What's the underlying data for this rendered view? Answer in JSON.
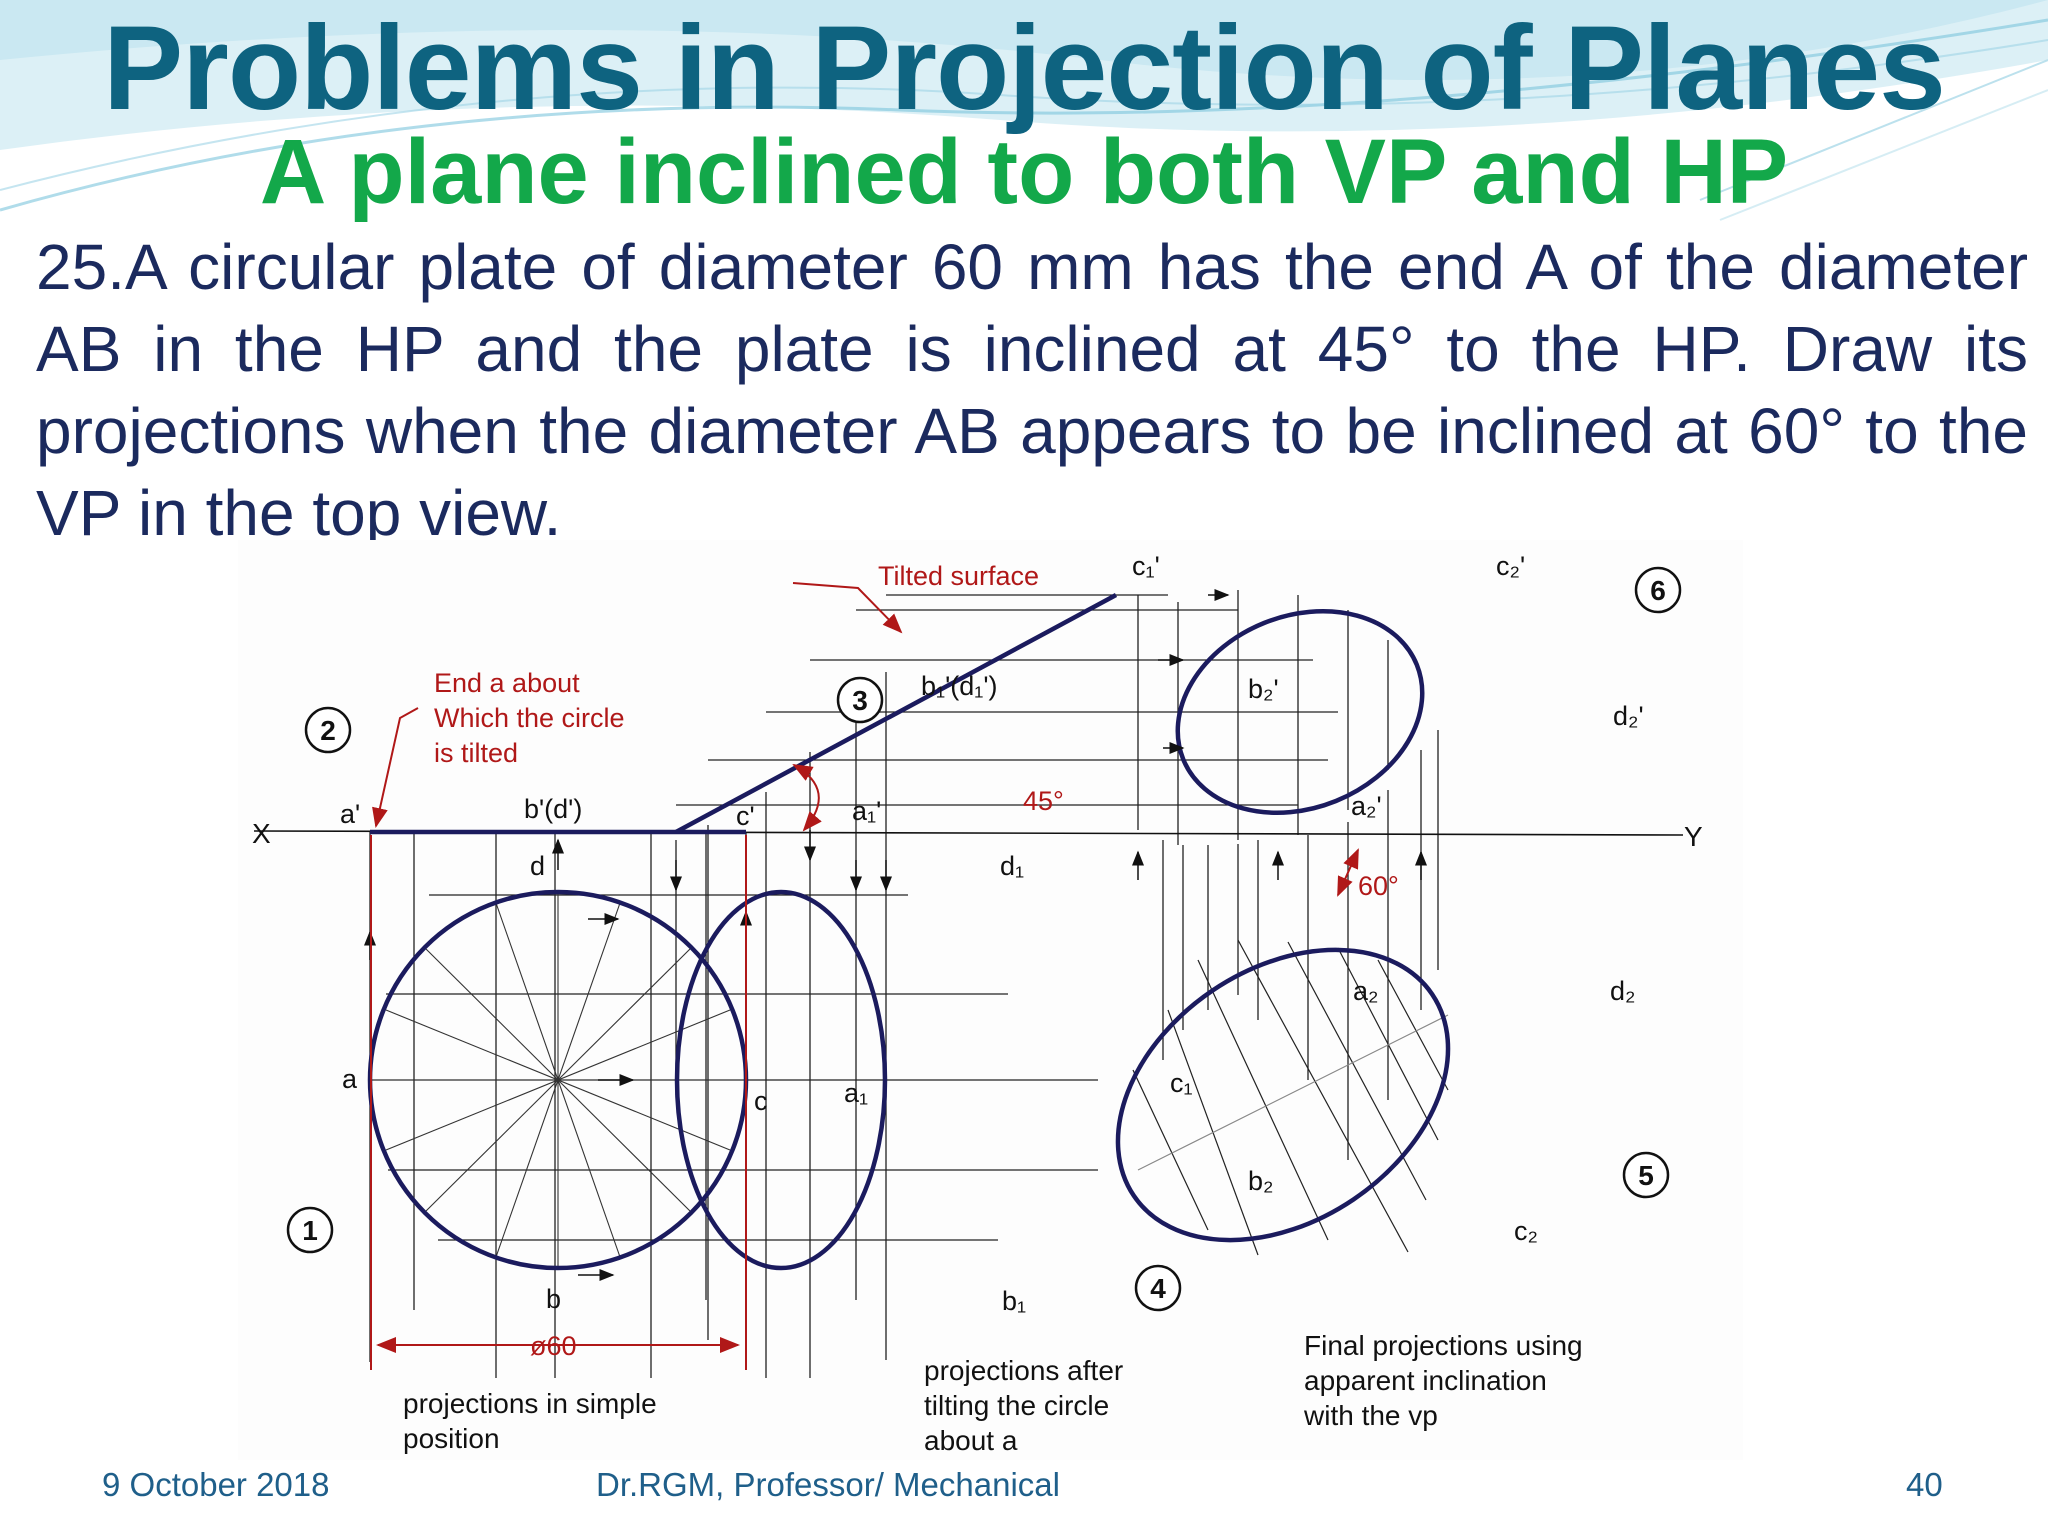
{
  "slide": {
    "title": "Problems in Projection of Planes",
    "subtitle": "A plane inclined to both VP and HP",
    "problem_text": "25.A circular plate of diameter 60 mm has the end A of the diameter AB in the HP and the plate is inclined at 45° to the HP. Draw its projections when the diameter AB appears to be inclined at 60° to the VP in the top view.",
    "footer": {
      "date": "9 October 2018",
      "author": "Dr.RGM, Professor/ Mechanical",
      "page": "40"
    }
  },
  "colors": {
    "title": "#0e6380",
    "subtitle": "#13a84a",
    "body_text": "#1b2a5e",
    "outline": "#1b1b5e",
    "annotation": "#b01818"
  },
  "diagram": {
    "xy_line": {
      "x": "X",
      "y": "Y"
    },
    "step_numbers": [
      "1",
      "2",
      "3",
      "4",
      "5",
      "6"
    ],
    "labels": {
      "a_prime": "a'",
      "b_prime_d_prime": "b'(d')",
      "c_prime": "c'",
      "d": "d",
      "a": "a",
      "c": "c",
      "b": "b",
      "a1_prime": "a₁'",
      "b1_prime_d1_prime": "b₁'(d₁')",
      "c1_prime": "c₁'",
      "d1": "d₁",
      "a1": "a₁",
      "c1": "c₁",
      "b1": "b₁",
      "c2_prime": "c₂'",
      "b2_prime": "b₂'",
      "d2_prime": "d₂'",
      "a2_prime": "a₂'",
      "a2": "a₂",
      "d2": "d₂",
      "b2": "b₂",
      "c2": "c₂"
    },
    "annotations": {
      "tilted_surface": "Tilted surface",
      "end_a_line1": "End a about",
      "end_a_line2": "Which the circle",
      "end_a_line3": "is tilted",
      "angle_hp": "45°",
      "angle_vp": "60°",
      "diameter": "ø60"
    },
    "captions": {
      "simple_line1": "projections in simple",
      "simple_line2": "position",
      "tilted_line1": "projections after",
      "tilted_line2": "tilting the circle",
      "tilted_line3": "about a",
      "final_line1": "Final projections using",
      "final_line2": "apparent inclination",
      "final_line3": "with the vp"
    }
  }
}
